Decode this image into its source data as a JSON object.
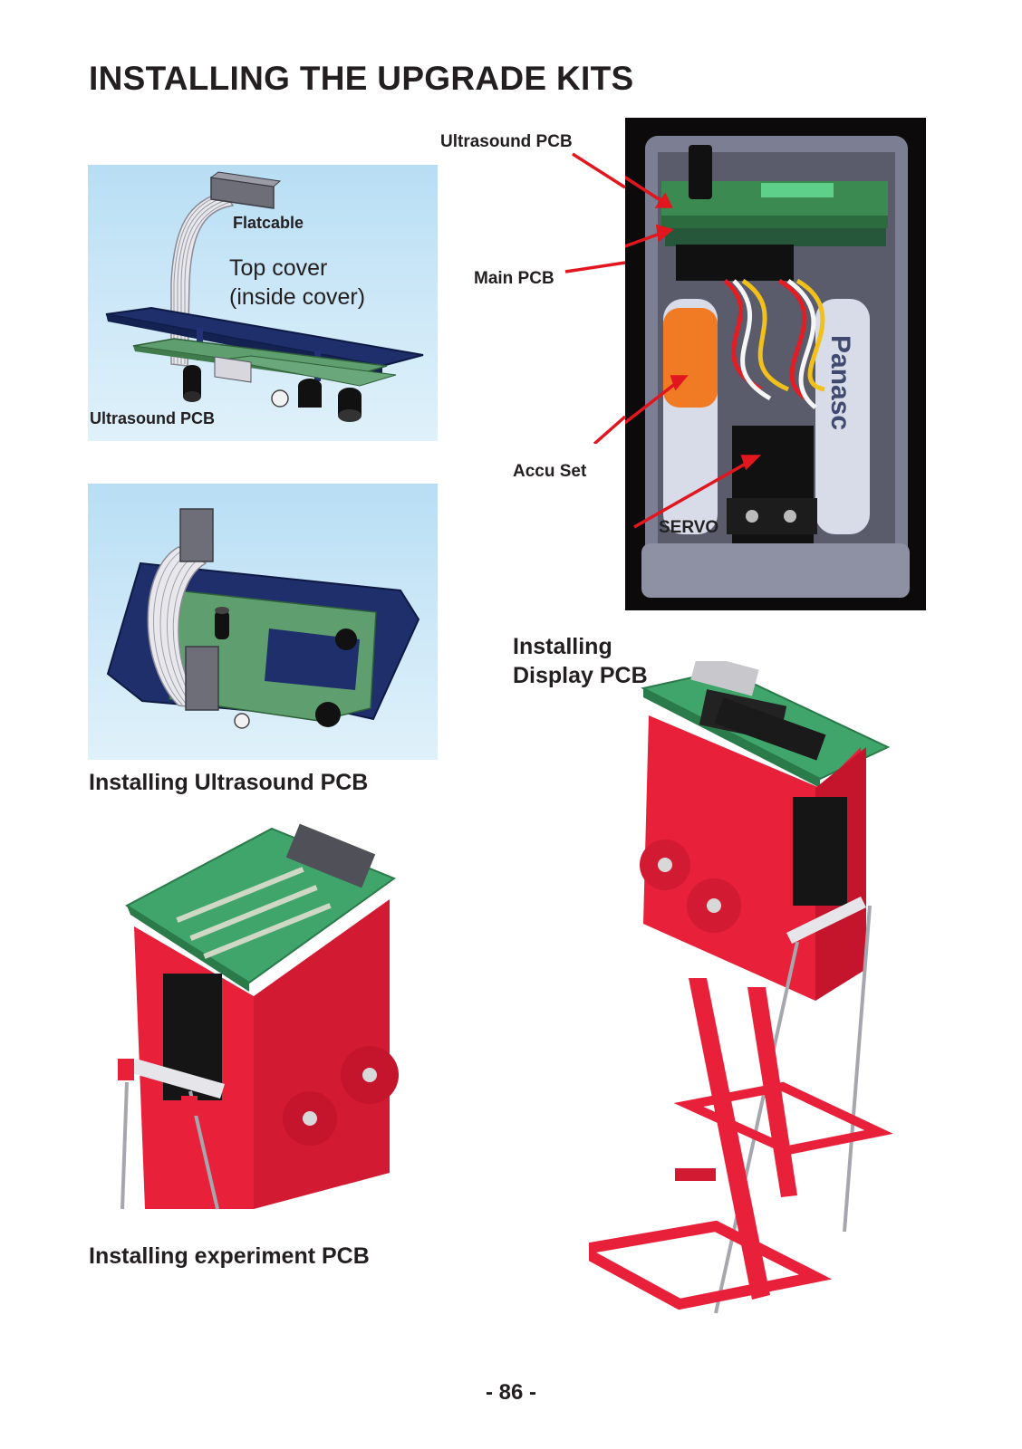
{
  "page": {
    "title": "INSTALLING THE UPGRADE KITS",
    "page_number": "- 86 -"
  },
  "figures": {
    "cad_top": {
      "flatcable_label": "Flatcable",
      "top_cover_line1": "Top cover",
      "top_cover_line2": "(inside cover)",
      "ultrasound_label": "Ultrasound PCB"
    },
    "caption_ultrasound": "Installing Ultrasound PCB",
    "photo_inside": {
      "ultrasound_label": "Ultrasound PCB",
      "main_label": "Main PCB",
      "accu_label": "Accu Set",
      "servo_label": "SERVO",
      "battery_text": "Panasc",
      "arrow_color": "#e1161f"
    },
    "caption_display": {
      "line1": "Installing",
      "line2": "Display PCB"
    },
    "caption_experiment": "Installing experiment PCB"
  },
  "colors": {
    "robot_red": "#e8203a",
    "pcb_green": "#3fa56a",
    "text": "#231f20"
  }
}
